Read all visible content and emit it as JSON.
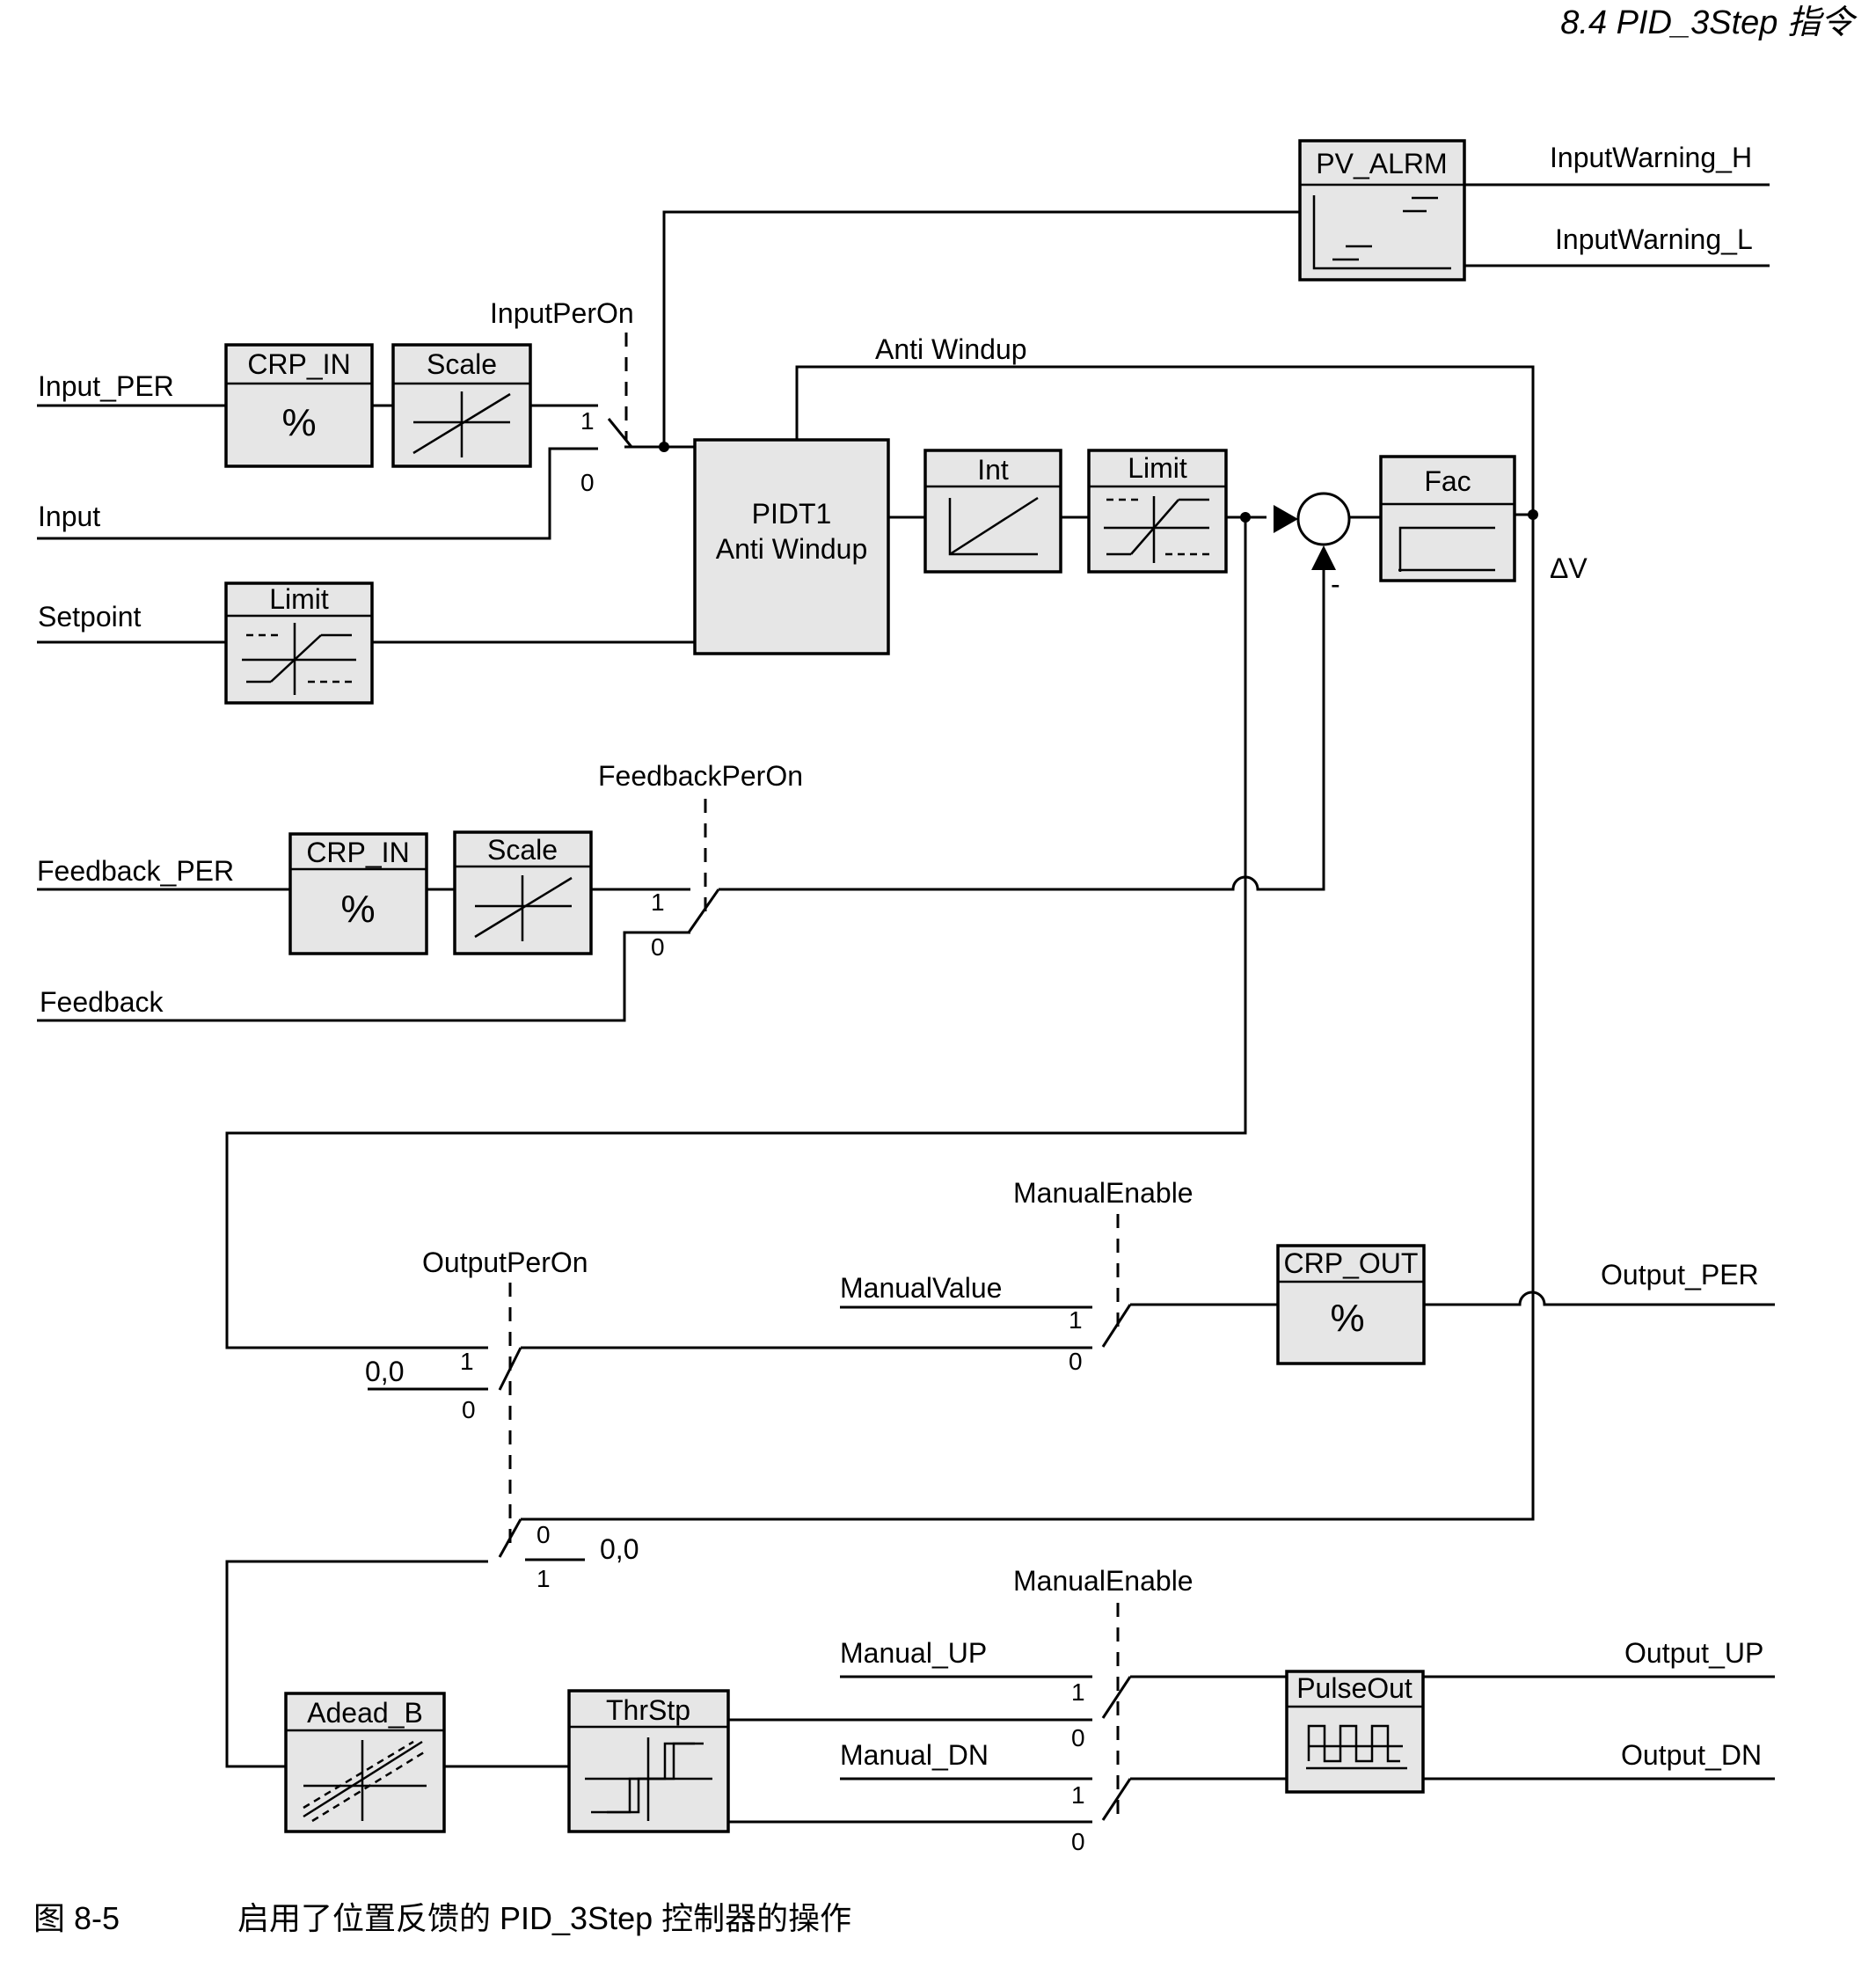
{
  "header": {
    "section": "8.4 PID_3Step 指令"
  },
  "caption": {
    "figure_no": "图 8-5",
    "text": "启用了位置反馈的 PID_3Step 控制器的操作"
  },
  "inputs": {
    "input_per": "Input_PER",
    "input": "Input",
    "setpoint": "Setpoint",
    "feedback_per": "Feedback_PER",
    "feedback": "Feedback",
    "manual_value": "ManualValue",
    "manual_up": "Manual_UP",
    "manual_dn": "Manual_DN",
    "const_a": "0,0",
    "const_b": "0,0"
  },
  "outputs": {
    "warning_h": "InputWarning_H",
    "warning_l": "InputWarning_L",
    "output_per": "Output_PER",
    "output_up": "Output_UP",
    "output_dn": "Output_DN",
    "delta_v": "ΔV"
  },
  "signals": {
    "input_per_on": "InputPerOn",
    "anti_windup": "Anti Windup",
    "feedback_per_on": "FeedbackPerOn",
    "manual_enable_1": "ManualEnable",
    "manual_enable_2": "ManualEnable",
    "output_per_on": "OutputPerOn",
    "minus": "-"
  },
  "blocks": {
    "crp_in_1": {
      "title": "CRP_IN",
      "symbol": "%"
    },
    "scale_1": {
      "title": "Scale"
    },
    "limit_sp": {
      "title": "Limit"
    },
    "pidt1": {
      "line1": "PIDT1",
      "line2": "Anti Windup"
    },
    "int": {
      "title": "Int"
    },
    "limit_1": {
      "title": "Limit"
    },
    "fac": {
      "title": "Fac"
    },
    "pv_alrm": {
      "title": "PV_ALRM"
    },
    "crp_in_2": {
      "title": "CRP_IN",
      "symbol": "%"
    },
    "scale_2": {
      "title": "Scale"
    },
    "crp_out": {
      "title": "CRP_OUT",
      "symbol": "%"
    },
    "adead_b": {
      "title": "Adead_B"
    },
    "thrstp": {
      "title": "ThrStp"
    },
    "pulseout": {
      "title": "PulseOut"
    }
  },
  "switch_labels": {
    "in_one": "1",
    "in_zero": "0",
    "fb_one": "1",
    "fb_zero": "0",
    "me_one": "1",
    "me_zero": "0",
    "op_one": "1",
    "op_zero": "0",
    "op2_zero": "0",
    "op2_one": "1",
    "up_one": "1",
    "up_zero": "0",
    "dn_one": "1",
    "dn_zero": "0"
  }
}
